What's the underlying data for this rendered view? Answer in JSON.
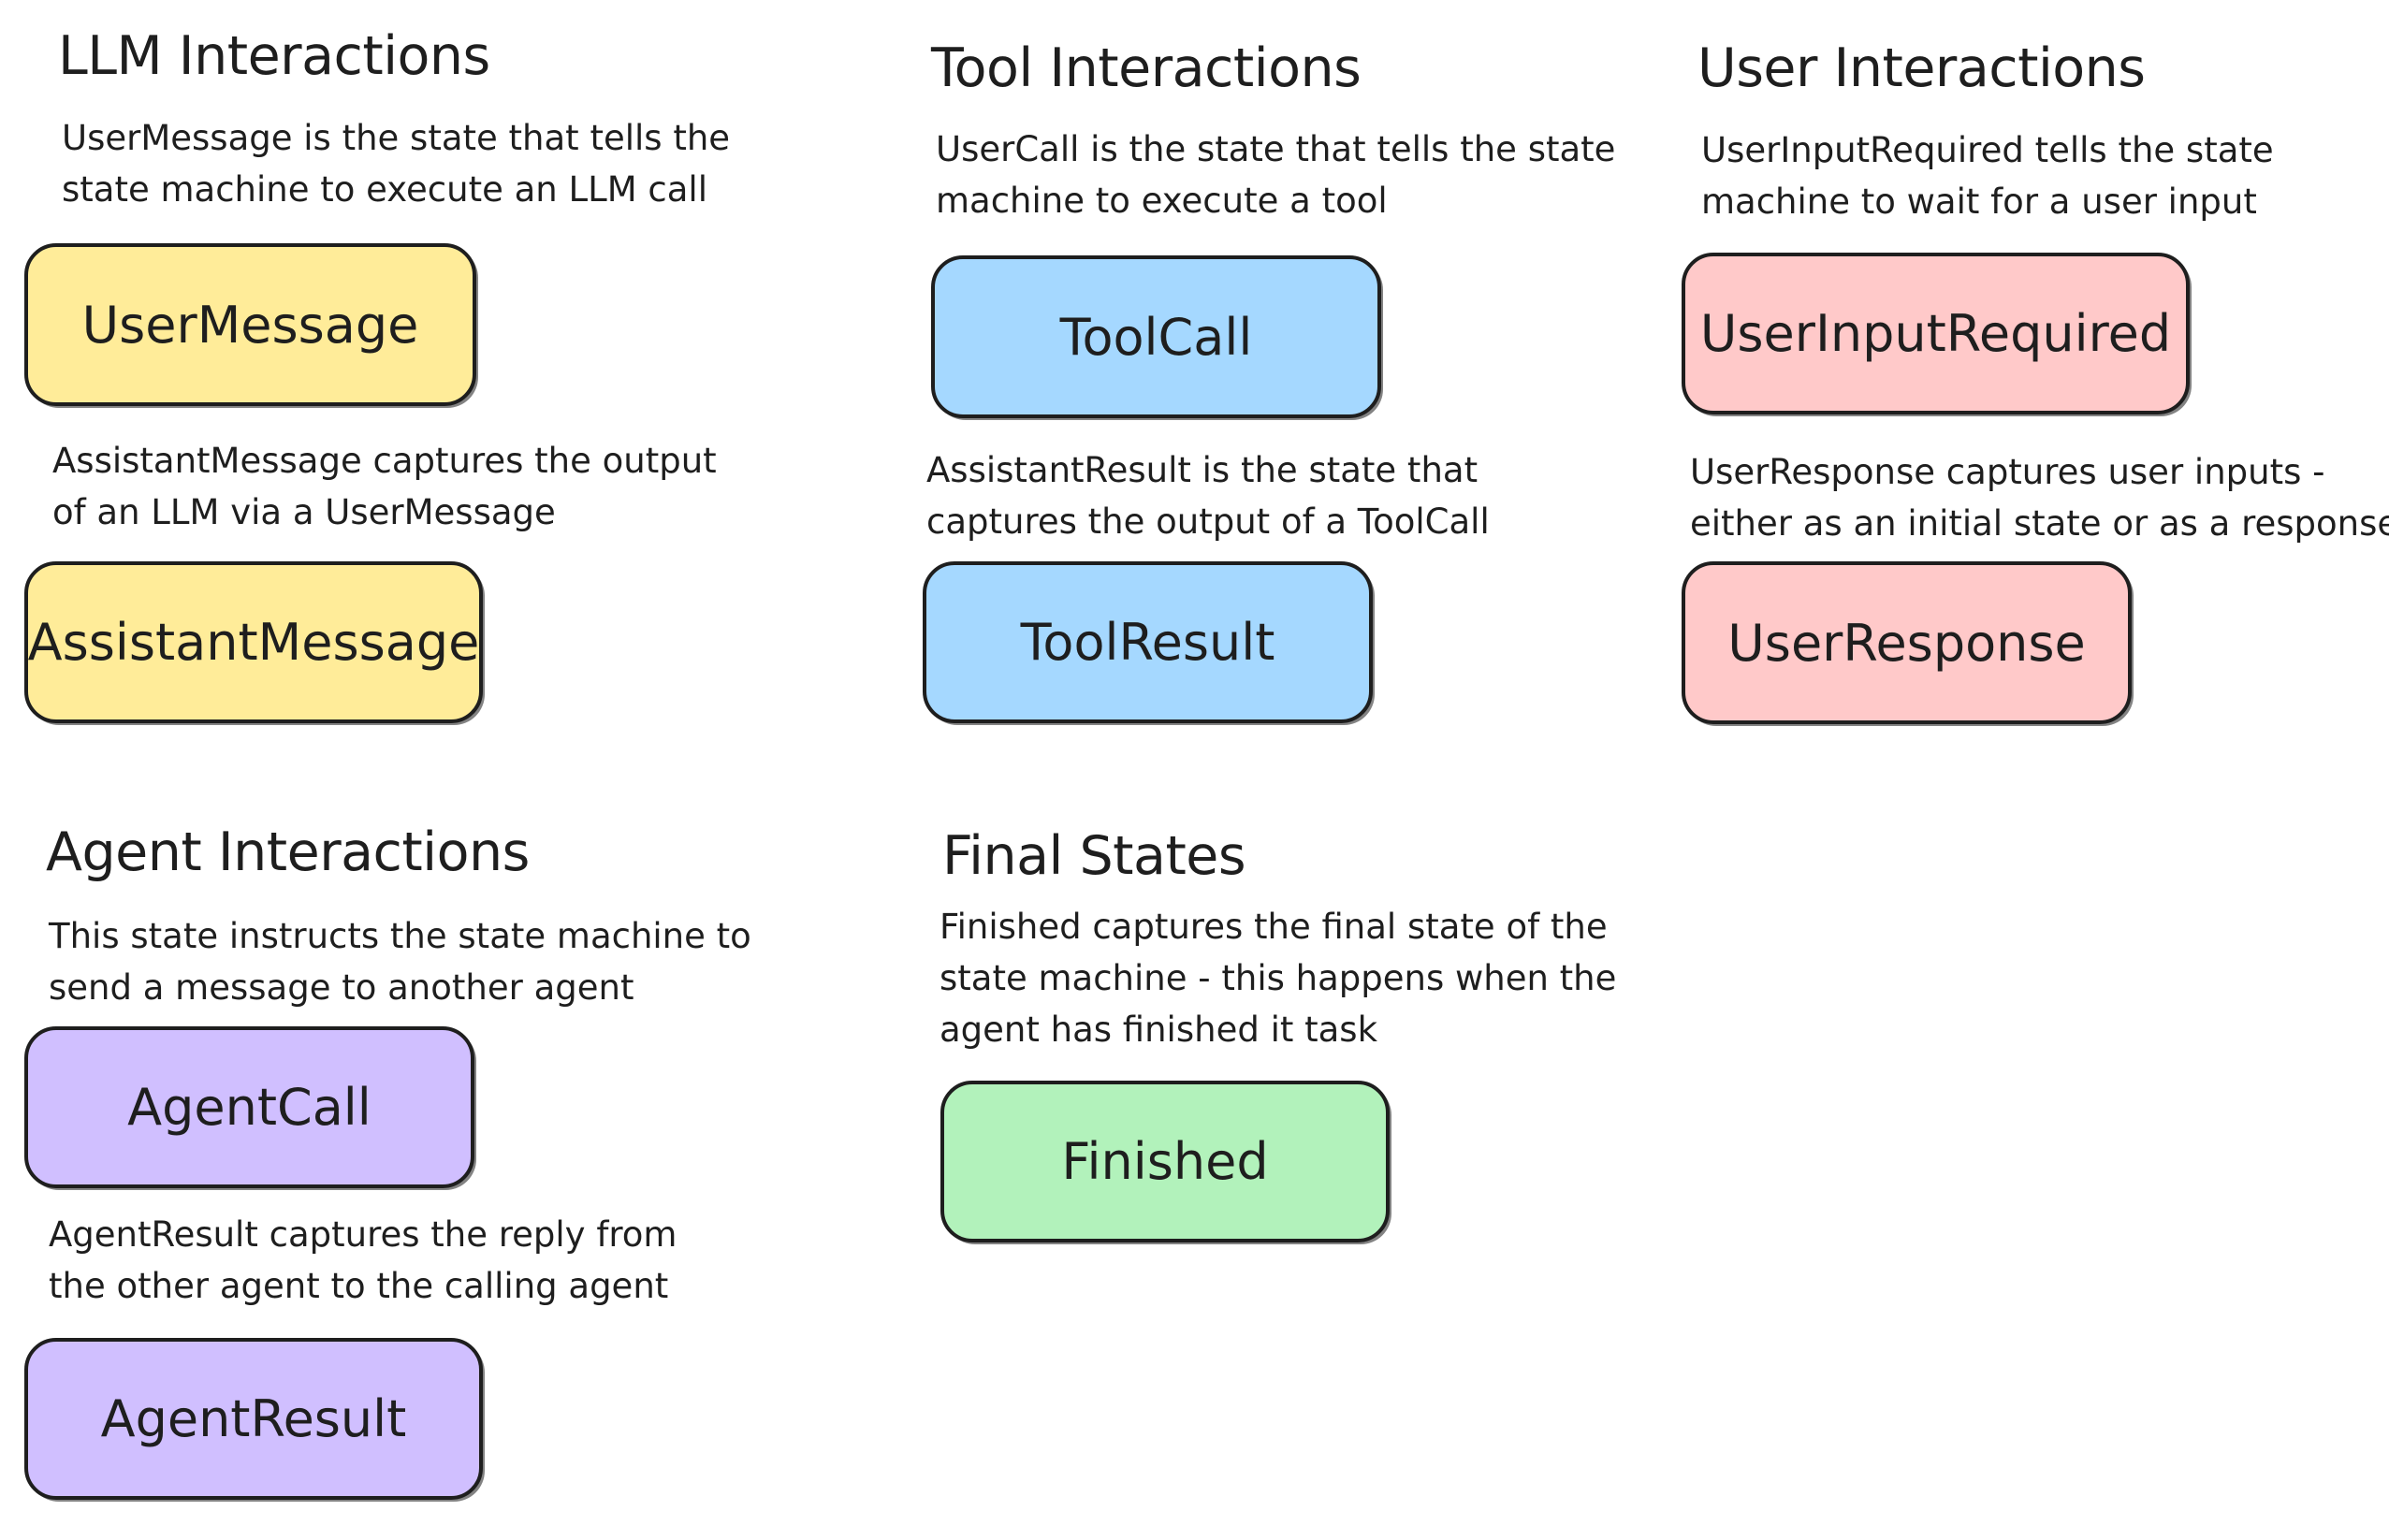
{
  "colors": {
    "llm": "#ffec99",
    "tool": "#a5d8ff",
    "user": "#ffc9c9",
    "agent": "#d0bfff",
    "final": "#b2f2bb",
    "stroke": "#1e1e1e"
  },
  "llm": {
    "title": "LLM Interactions",
    "user_message_desc": [
      "UserMessage is the state that tells the",
      "state machine to execute an LLM call"
    ],
    "user_message_label": "UserMessage",
    "assistant_message_desc": [
      "AssistantMessage captures the output",
      "of an LLM via a UserMessage"
    ],
    "assistant_message_label": "AssistantMessage"
  },
  "tool": {
    "title": "Tool Interactions",
    "tool_call_desc": [
      "UserCall is the state that tells the state",
      "machine to execute a tool"
    ],
    "tool_call_label": "ToolCall",
    "tool_result_desc": [
      "AssistantResult is the state that",
      "captures the output of a ToolCall"
    ],
    "tool_result_label": "ToolResult"
  },
  "user": {
    "title": "User Interactions",
    "input_required_desc": [
      "UserInputRequired tells the state",
      "machine to wait for a user input"
    ],
    "input_required_label": "UserInputRequired",
    "response_desc": [
      "UserResponse captures user inputs -",
      "either as an initial state or as a response"
    ],
    "response_label": "UserResponse"
  },
  "agent": {
    "title": "Agent Interactions",
    "agent_call_desc": [
      "This state instructs the state machine to",
      "send a message to another agent"
    ],
    "agent_call_label": "AgentCall",
    "agent_result_desc": [
      "AgentResult captures the reply from",
      "the other agent to the calling agent"
    ],
    "agent_result_label": "AgentResult"
  },
  "final": {
    "title": "Final States",
    "finished_desc": [
      "Finished captures the final state of the",
      "state machine - this happens when the",
      "agent has finished it task"
    ],
    "finished_label": "Finished"
  }
}
